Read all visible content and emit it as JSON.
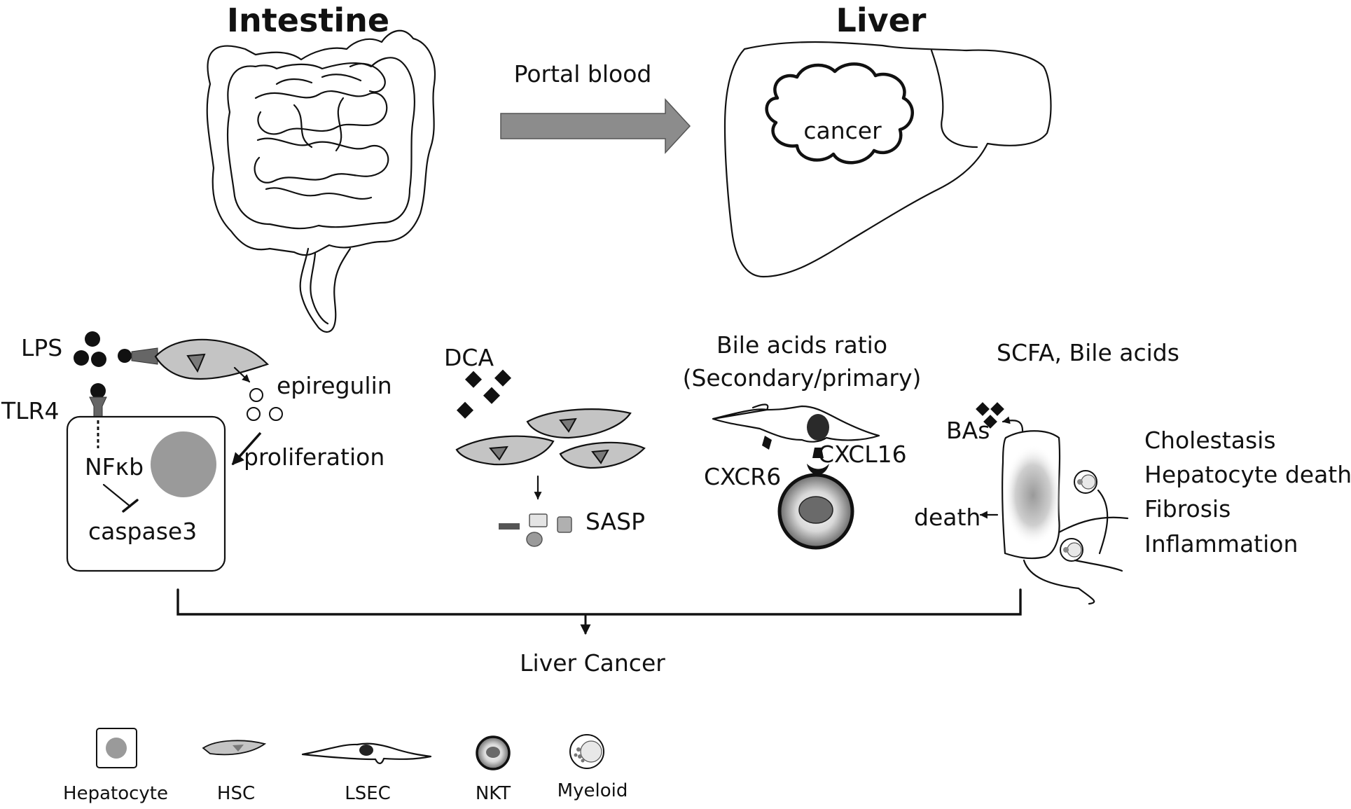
{
  "panels": {
    "intestine_title": "Intestine",
    "liver_title": "Liver",
    "portal_label": "Portal blood",
    "cancer_label": "cancer"
  },
  "mechanisms": {
    "lps": {
      "lps_label": "LPS",
      "tlr4_label": "TLR4",
      "nfkb_label": "NFκb",
      "caspase_label": "caspase3",
      "epiregulin_label": "epiregulin",
      "proliferation_label": "proliferation"
    },
    "dca": {
      "dca_label": "DCA",
      "sasp_label": "SASP"
    },
    "bile_ratio": {
      "title_line1": "Bile acids ratio",
      "title_line2": "(Secondary/primary)",
      "cxcl16_label": "CXCL16",
      "cxcr6_label": "CXCR6"
    },
    "scfa": {
      "title": "SCFA, Bile acids",
      "bas_label": "BAs",
      "death_label": "death",
      "effects": [
        "Cholestasis",
        "Hepatocyte death",
        "Fibrosis",
        "Inflammation"
      ]
    }
  },
  "outcome_label": "Liver Cancer",
  "legend": [
    {
      "label": "Hepatocyte",
      "icon": "hepatocyte-icon"
    },
    {
      "label": "HSC",
      "icon": "hsc-icon"
    },
    {
      "label": "LSEC",
      "icon": "lsec-icon"
    },
    {
      "label": "NKT",
      "icon": "nkt-icon"
    },
    {
      "label": "Myeloid",
      "icon": "myeloid-icon"
    }
  ],
  "colors": {
    "arrow_fill": "#8c8c8c",
    "hepatocyte_nucleus": "#9a9a9a",
    "hsc_fill": "#c4c4c4",
    "ink": "#111111"
  }
}
